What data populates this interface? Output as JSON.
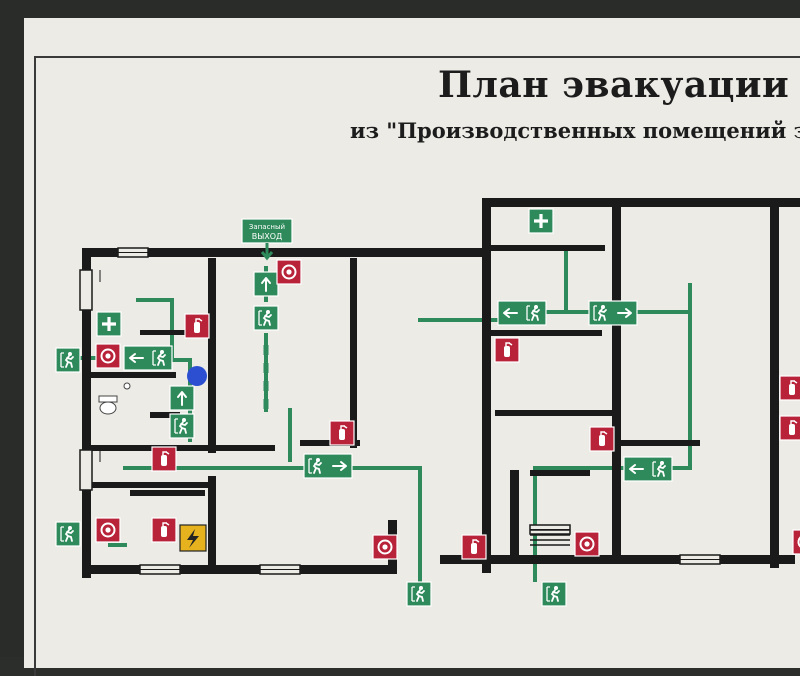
{
  "header": {
    "title": "План эвакуации",
    "subtitle": "из  \"Производственных помещений зда"
  },
  "exit_sign": {
    "line1": "Запасный",
    "line2": "ВЫХОД"
  },
  "colors": {
    "wall": "#1a1a1a",
    "route": "#2e8a5a",
    "sign_green": "#2e8a5a",
    "fire_red": "#b8233a",
    "hazard_yellow": "#e6b31e",
    "paper": "#ecebe6",
    "you_are_here": "#2b4fd0"
  },
  "icons": {
    "exit": "exit-running-man-icon",
    "arrow": "direction-arrow-icon",
    "first_aid": "first-aid-cross-icon",
    "extinguisher": "fire-extinguisher-icon",
    "fire_alarm": "fire-alarm-button-icon",
    "electric": "high-voltage-icon",
    "toilet": "toilet-icon",
    "position": "you-are-here-icon"
  }
}
